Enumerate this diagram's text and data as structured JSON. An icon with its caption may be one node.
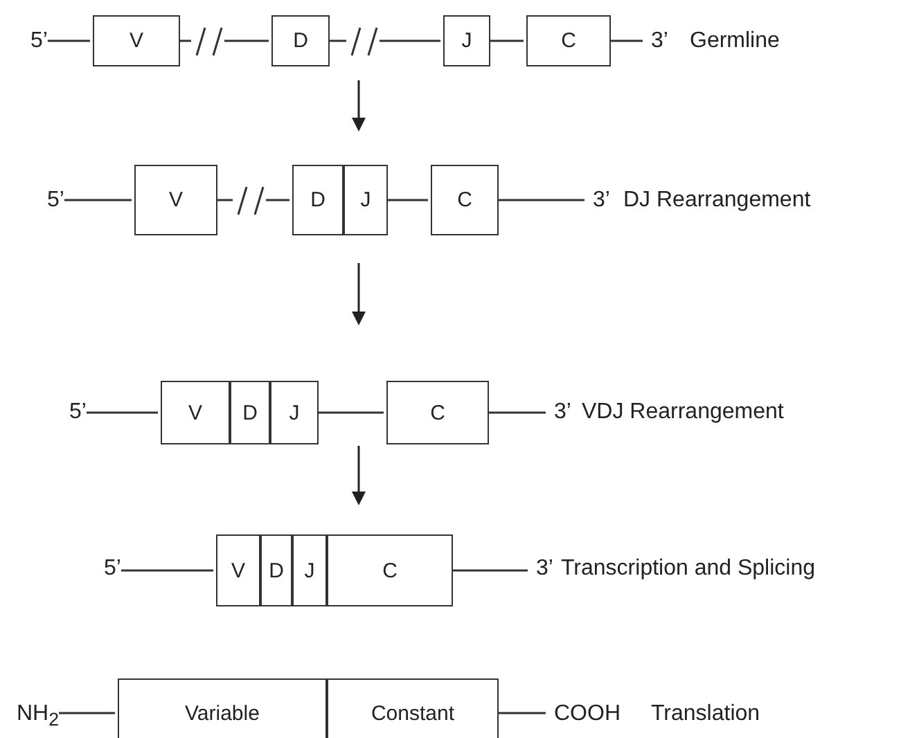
{
  "diagram": {
    "nodes": [
      {
        "text": [
          "5’"
        ]
      },
      {
        "text": [
          "V"
        ]
      },
      {
        "text": [
          "D"
        ]
      },
      {
        "text": [
          "J"
        ]
      },
      {
        "text": [
          "C"
        ]
      },
      {
        "text": [
          "3’"
        ]
      },
      {
        "text": [
          "5’"
        ]
      },
      {
        "text": [
          "V"
        ]
      },
      {
        "text": [
          "D"
        ]
      },
      {
        "text": [
          "J"
        ]
      },
      {
        "text": [
          "C"
        ]
      },
      {
        "text": [
          "3’"
        ]
      },
      {
        "text": [
          "5’"
        ]
      },
      {
        "text": [
          "V"
        ]
      },
      {
        "text": [
          "D"
        ]
      },
      {
        "text": [
          "J"
        ]
      },
      {
        "text": [
          "C"
        ]
      },
      {
        "text": [
          "3’"
        ]
      },
      {
        "text": [
          "5’"
        ]
      },
      {
        "text": [
          "V"
        ]
      },
      {
        "text": [
          "D"
        ]
      },
      {
        "text": [
          "J"
        ]
      },
      {
        "text": [
          "C"
        ]
      },
      {
        "text": [
          "3’"
        ]
      },
      {
        "text": [
          "NH$_{2}$"
        ]
      },
      {
        "text": [
          "Variable"
        ]
      },
      {
        "text": [
          "Constant"
        ]
      },
      {
        "text": [
          "COOH"
        ]
      }
    ],
    "edges": [
      {
        "from": 0,
        "to": 1,
        "arrow": "none"
      },
      {
        "from": 1,
        "to": 2,
        "arrow": "none"
      },
      {
        "from": 2,
        "to": 3,
        "arrow": "none"
      },
      {
        "from": 3,
        "to": 4,
        "arrow": "none"
      },
      {
        "from": 4,
        "to": 5,
        "arrow": "none"
      },
      {
        "from": 6,
        "to": 7,
        "arrow": "none"
      },
      {
        "from": 7,
        "to": 8,
        "arrow": "none"
      },
      {
        "from": 9,
        "to": 10,
        "arrow": "none"
      },
      {
        "from": 10,
        "to": 11,
        "arrow": "none"
      },
      {
        "from": 12,
        "to": 13,
        "arrow": "none"
      },
      {
        "from": 15,
        "to": 16,
        "arrow": "none"
      },
      {
        "from": 16,
        "to": 17,
        "arrow": "none"
      },
      {
        "from": 18,
        "to": 19,
        "arrow": "none"
      },
      {
        "from": 22,
        "to": 23,
        "arrow": "none"
      },
      {
        "from": 24,
        "to": 25,
        "arrow": "none"
      },
      {
        "from": 26,
        "to": 27,
        "arrow": "none"
      }
    ],
    "labels": [
      "Germline",
      "DJ Rearrangement",
      "VDJ Rearrangement",
      "Transcription and Splicing",
      "Translation"
    ]
  }
}
